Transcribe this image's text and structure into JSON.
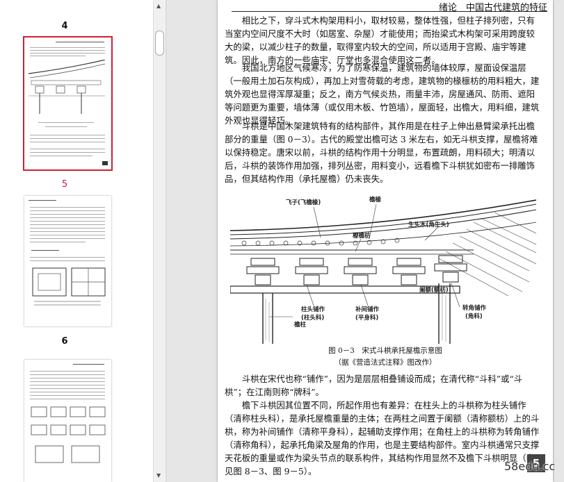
{
  "sidebar": {
    "thumbnails": [
      {
        "page": "4",
        "selected": true
      },
      {
        "page": "5",
        "selected": false
      },
      {
        "page": "6",
        "selected": false
      }
    ]
  },
  "page": {
    "header": "绪论　中国古代建筑的特征",
    "paragraphs": [
      "相比之下，穿斗式木构架用料小，取材较易，整体性强，但柱子排列密，只有当室内空间尺度不大时（如居室、杂屋）才能使用；而抬梁式木构架可采用跨度较大的梁，以减少柱子的数量，取得室内较大的空间，所以适用于宫殿、庙宇等建筑。因此，南方的一些庙宇、厅堂也多混合使用这二者。",
      "我国北方地区气候寒冷，为了防寒保温，建筑物的墙体较厚，屋面设保温层（一般用土加石灰构成），再加上对雪荷载的考虑，建筑物的椽檩枋的用料粗大，建筑外观也显得浑厚凝重；反之，南方气候炎热，雨量丰沛，房屋通风、防雨、遮阳等问题更为重要，墙体薄（或仅用木板、竹笆墙），屋面轻，出檐大，用料细，建筑外观也显得轻巧。",
      "斗栱是中国木架建筑特有的结构部件，其作用是在柱子上伸出悬臂梁承托出檐部分的重量（图 0－3）。古代的殿堂出檐可达 3 米左右，如无斗栱支撑，屋檐将难以保持稳定。唐宋以前，斗栱的结构作用十分明显，布置疏朗，用料硕大；明清以后，斗栱的装饰作用加强，排列丛密，用料变小，远看檐下斗栱犹如密布一排雕饰品，但其结构作用（承托屋檐）仍未丧失。",
      "斗栱在宋代也称“铺作”，因为是层层相叠铺设而成；在清代称“斗科”或“斗栱”；在江南则称“牌科”。",
      "檐下斗栱因其位置不同，所起作用也有差异：在柱头上的斗栱称为柱头铺作（清称柱头科），是承托屋檐重量的主体；在两柱之间置于阑额（清称额枋）上的斗栱，称为补间铺作（清称平身科），起辅助支撑作用；在角柱上的斗栱称为转角铺作（清称角科），起承托角梁及屋角的作用，也是主要结构部件。室内斗栱通常只支撑天花板的重量或作为梁头节点的联系构件，其结构作用显然不及檐下斗栱明显（参见图 8－3、图 9－5）。"
    ],
    "figure": {
      "labels": {
        "feizi": "飞子(飞檐椽)",
        "yanchuan": "檐椽",
        "shengtou": "生头木(角生头)",
        "liaoyanfang": "橑檐枋",
        "lan_e": "阑额(额枋)",
        "zhutou": "柱头铺作",
        "zhutou_sub": "(柱头科)",
        "bujian": "补间铺作",
        "bujian_sub": "(平身科)",
        "zhuanjiao": "转角铺作",
        "zhuanjiao_sub": "(角科)",
        "yanzhu": "檐柱"
      },
      "caption": "图 0－3　宋式斗栱承托屋檐示意图",
      "source": "（据《营造法式注释》图改作）"
    },
    "page_number": "5"
  },
  "watermark": "58edu.cc"
}
